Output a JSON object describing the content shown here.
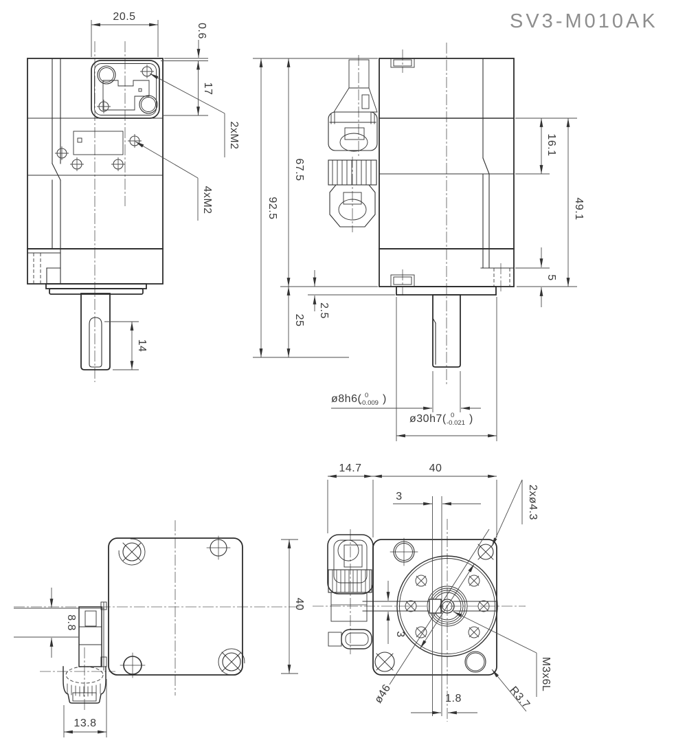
{
  "title": "SV3-M010AK",
  "front_view": {
    "width": "20.5",
    "lip": "0.6",
    "connector_height": "17",
    "screws_2": "2xM2",
    "screws_4": "4xM2",
    "flat_length": "14"
  },
  "side_view": {
    "body_height": "67.5",
    "total_height": "92.5",
    "mid_band": "16.1",
    "lower_span": "49.1",
    "boss_step": "5",
    "shaft_section": "25",
    "pilot_depth": "2.5",
    "shaft_dia": "ø8h6(",
    "shaft_tol_hi": "0",
    "shaft_tol_lo": "-0.009",
    "pilot_dia": "ø30h7(",
    "pilot_tol_hi": "0",
    "pilot_tol_lo": "-0.021",
    "paren": ")"
  },
  "bottom_left_view": {
    "gland_offset": "8.8",
    "gland_width": "13.8"
  },
  "bottom_right_view": {
    "flange_height": "40",
    "gland_protrusion": "14.7",
    "flange_width": "40",
    "key_width_top": "3",
    "key_width_side": "3",
    "flat_offset": "1.8",
    "mount_holes": "2xø4.3",
    "tapped_holes": "M3x6L",
    "corner_radius": "R3.7",
    "bolt_circle": "ø46"
  }
}
